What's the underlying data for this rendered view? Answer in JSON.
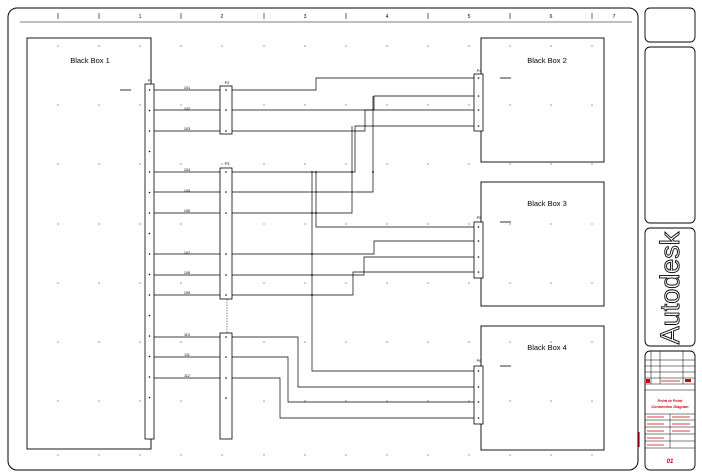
{
  "sheet": {
    "column_numbers": [
      "1",
      "2",
      "3",
      "4",
      "5",
      "6",
      "7"
    ]
  },
  "boxes": {
    "box1": "Black Box 1",
    "box2": "Black Box 2",
    "box3": "Black Box 3",
    "box4": "Black Box 4"
  },
  "connectors": {
    "main": "P1",
    "splice_a": "P2",
    "splice_b": "P3",
    "box2": "P4",
    "box3": "P5",
    "box4": "P6"
  },
  "wires": {
    "w1": "101",
    "w2": "102",
    "w3": "103",
    "w4": "104",
    "w5": "105",
    "w6": "106",
    "w7": "107",
    "w8": "108",
    "w9": "109",
    "w10": "110",
    "w11": "111",
    "w12": "112"
  },
  "title_block": {
    "logo": "Autodesk",
    "project_line1": "Point to Point",
    "project_line2": "Connection Diagram",
    "sheet_id": "01"
  },
  "colors": {
    "line": "#000000",
    "accent": "#cc0000",
    "dot": "#555555"
  }
}
